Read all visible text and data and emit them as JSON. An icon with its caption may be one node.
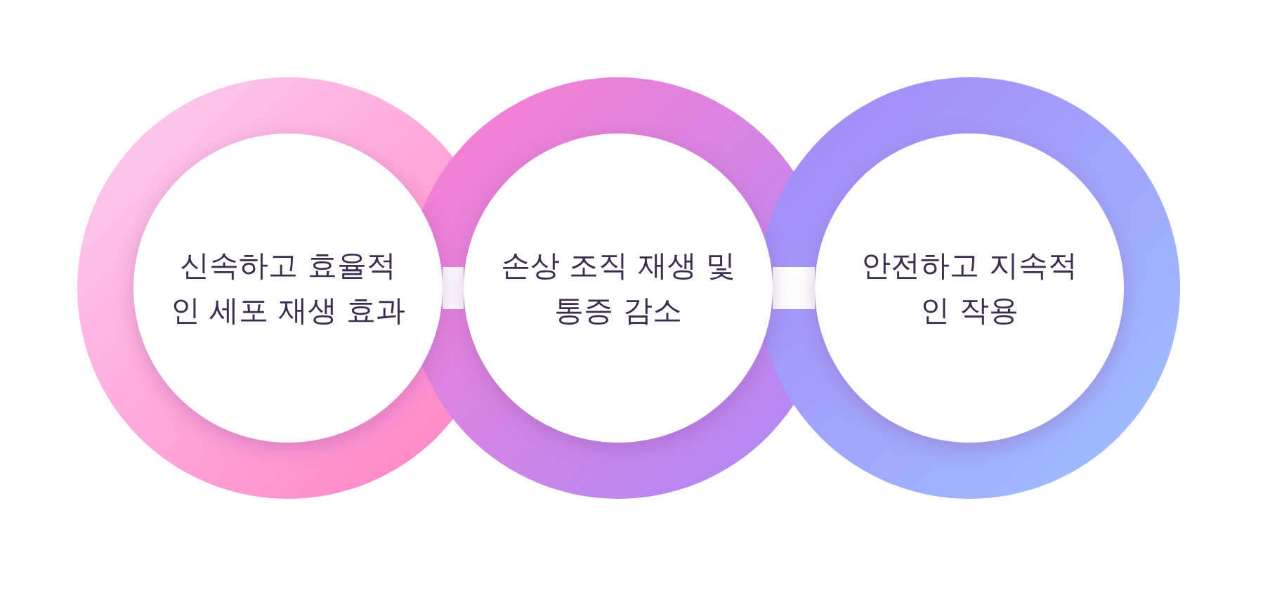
{
  "diagram": {
    "nodes": [
      {
        "text": [
          "신속하고 효율적인 세포 재생 효과"
        ]
      },
      {
        "text": [
          "손상 조직 재생 및 통증 감소"
        ]
      },
      {
        "text": [
          "안전하고 지속적인 작용"
        ]
      }
    ],
    "edges": [
      {
        "from": 0,
        "to": 1,
        "arrow": "none"
      },
      {
        "from": 1,
        "to": 2,
        "arrow": "none"
      }
    ]
  }
}
